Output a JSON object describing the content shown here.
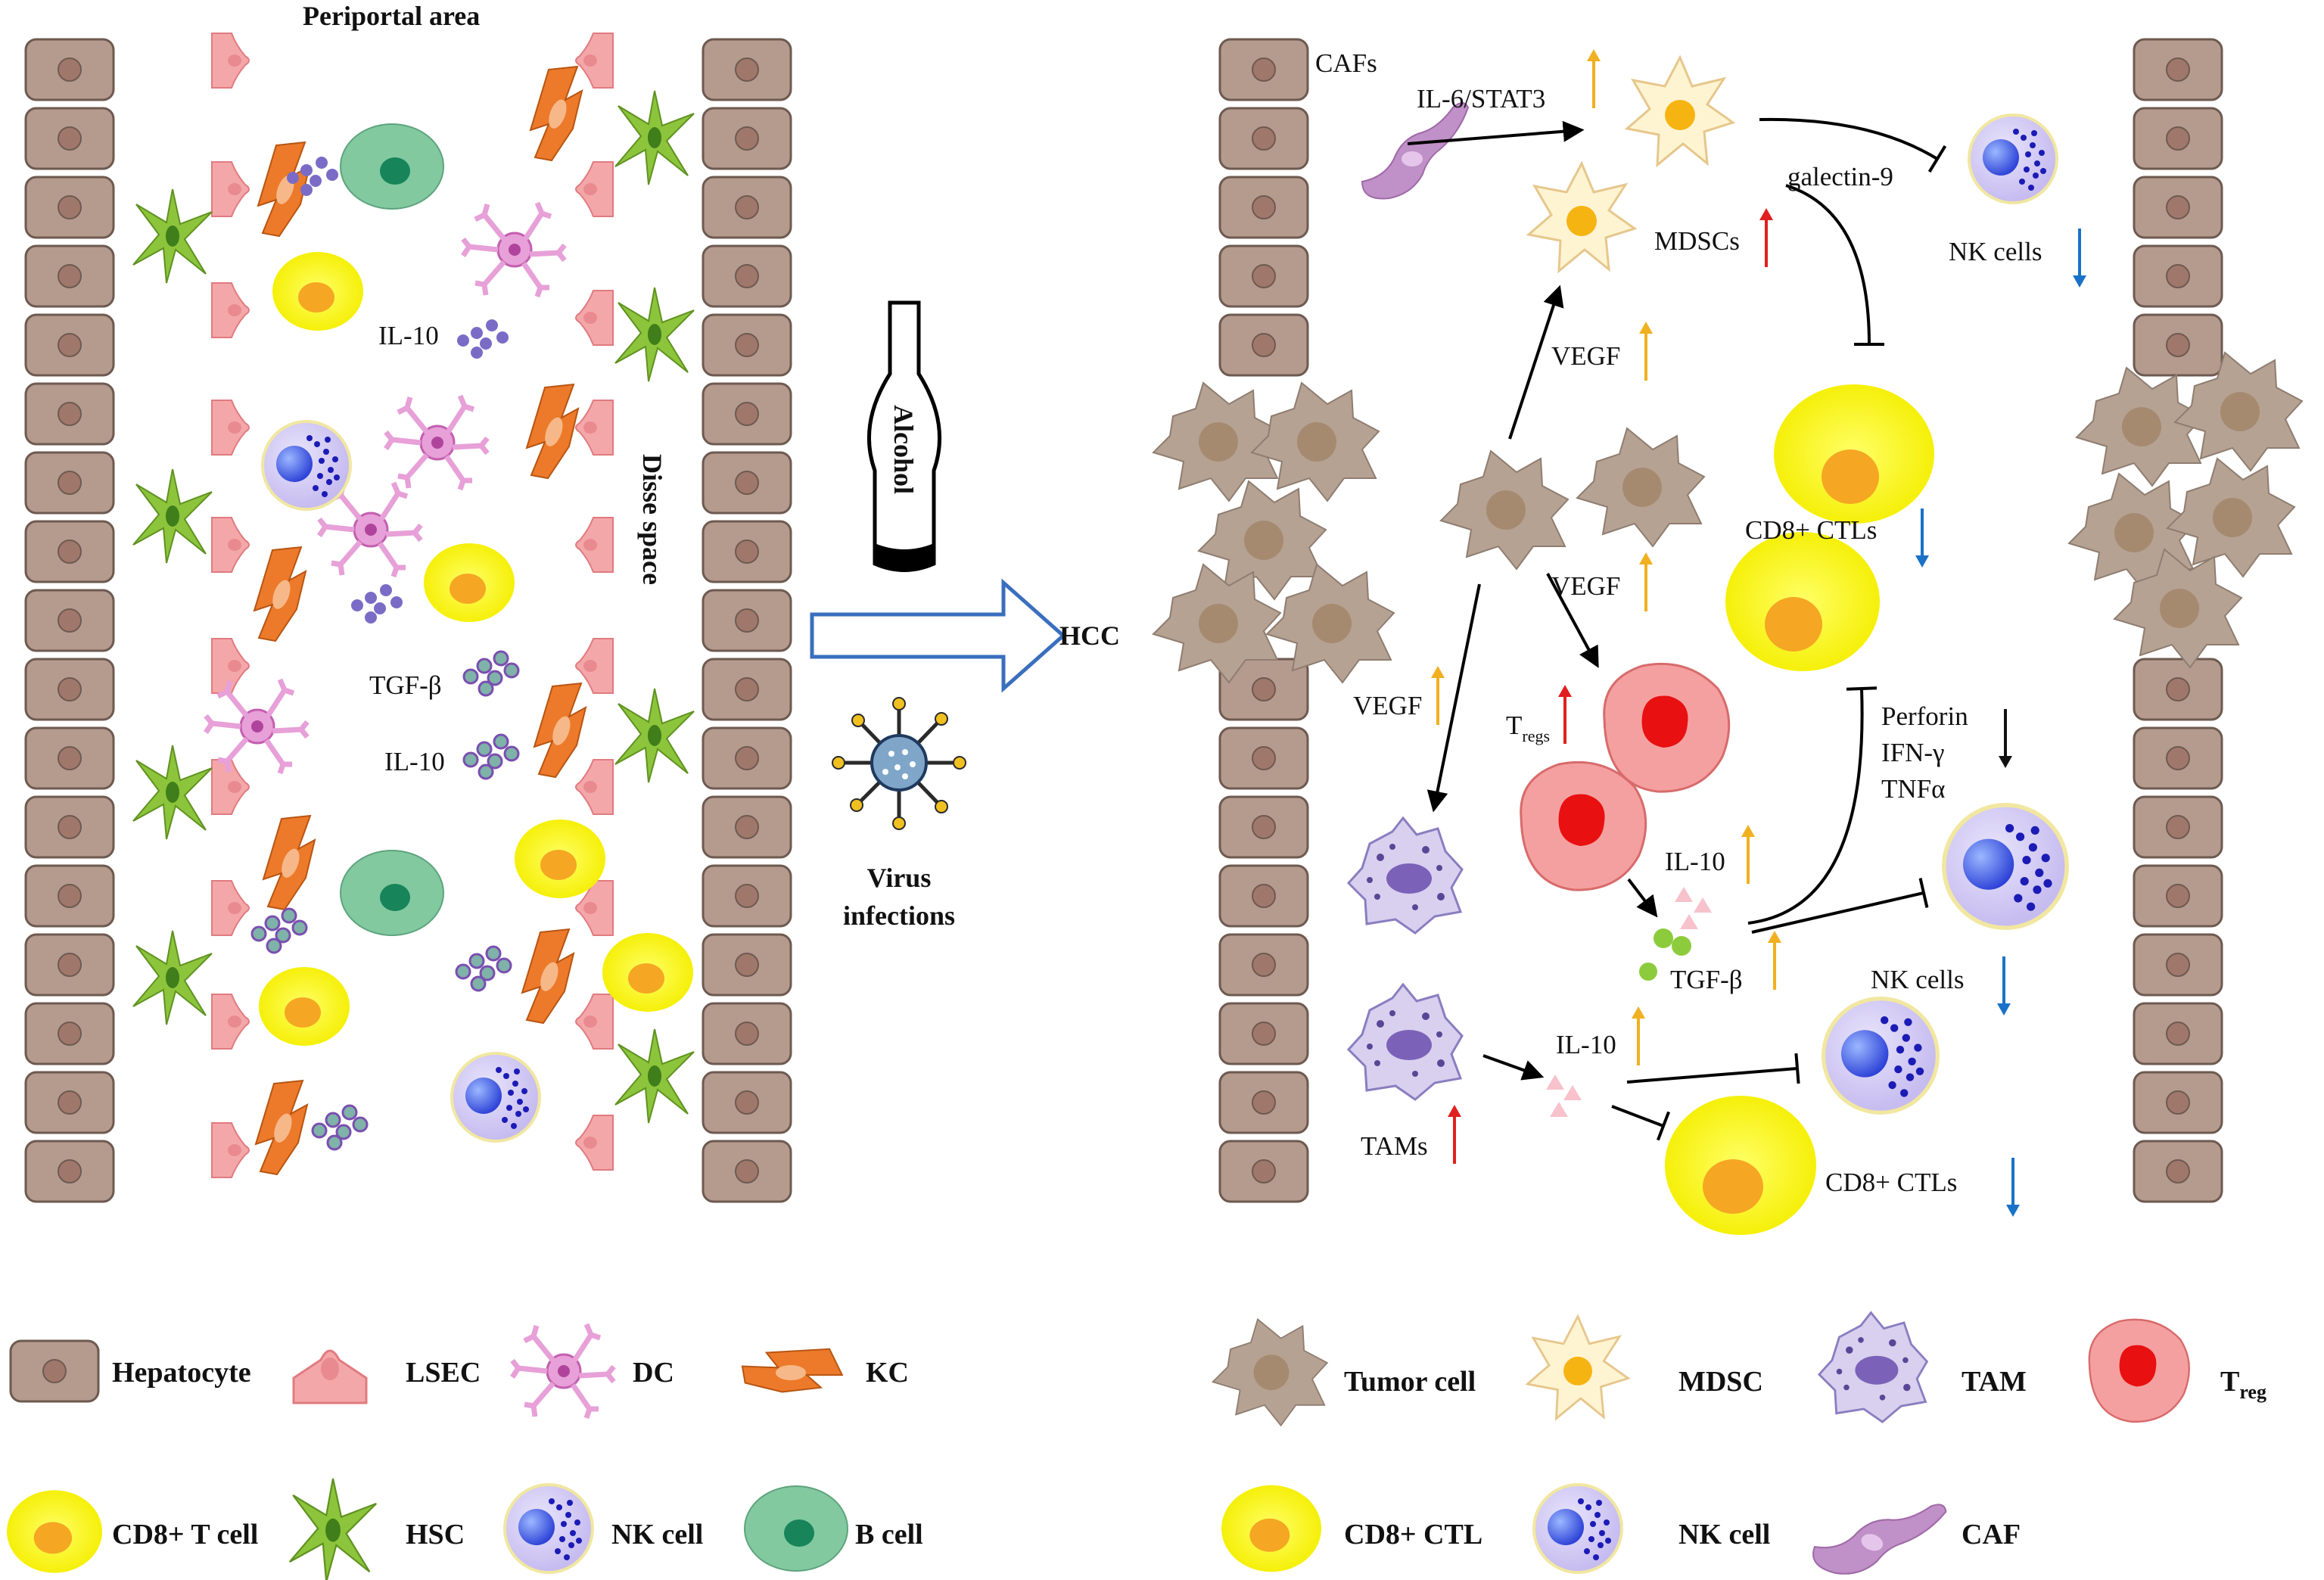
{
  "left_panel": {
    "periportal_label": "Periportal area",
    "disse_label": "Disse space",
    "il10_top": "IL-10",
    "tgf_label": "TGF-β",
    "il10_bottom": "IL-10"
  },
  "center": {
    "alcohol_label": "Alcohol",
    "hcc_label": "HCC",
    "virus_label_line1": "Virus",
    "virus_label_line2": "infections"
  },
  "right_panel": {
    "cafs_label": "CAFs",
    "il6_label": "IL-6/STAT3",
    "galectin_label": "galectin-9",
    "mdscs_label": "MDSCs",
    "nk_top_label": "NK cells",
    "vegf_top": "VEGF",
    "vegf_mid": "VEGF",
    "vegf_left": "VEGF",
    "cd8_top_label": "CD8+ CTLs",
    "tregs_label": "T",
    "tregs_sub": "regs",
    "perforin_label": "Perforin",
    "ifn_label": "IFN-γ",
    "tnf_label": "TNFα",
    "il10_treg_label": "IL-10",
    "tgf_label": "TGF-β",
    "nk_mid_label": "NK cells",
    "il10_tam_label": "IL-10",
    "tams_label": "TAMs",
    "cd8_bottom_label": "CD8+ CTLs"
  },
  "legend_left": {
    "hepatocyte": "Hepatocyte",
    "lsec": "LSEC",
    "dc": "DC",
    "kc": "KC",
    "cd8_t": "CD8+ T cell",
    "hsc": "HSC",
    "nk": "NK cell",
    "b": "B cell"
  },
  "legend_right": {
    "tumor": "Tumor cell",
    "mdsc": "MDSC",
    "tam": "TAM",
    "treg": "T",
    "treg_sub": "reg",
    "cd8_ctl": "CD8+ CTL",
    "nk": "NK cell",
    "caf": "CAF"
  },
  "colors": {
    "hepatocyte": "#b59a8e",
    "lsec": "#f4a7a9",
    "kc": "#ec7a2a",
    "hsc": "#8cc43c",
    "dc": "#e7a0d8",
    "cd8": "#ffff33",
    "nk": "#d8d0f5",
    "b_cell": "#82c9a0",
    "tumor": "#b5a293",
    "mdsc": "#fff4d2",
    "tam": "#d9d0ef",
    "treg": "#f5a0a0",
    "caf": "#c090c8",
    "arrow_up_orange": "#f0b020",
    "arrow_up_red": "#e02020",
    "arrow_down_blue": "#1a72c8",
    "big_arrow": "#3a6fbe"
  }
}
